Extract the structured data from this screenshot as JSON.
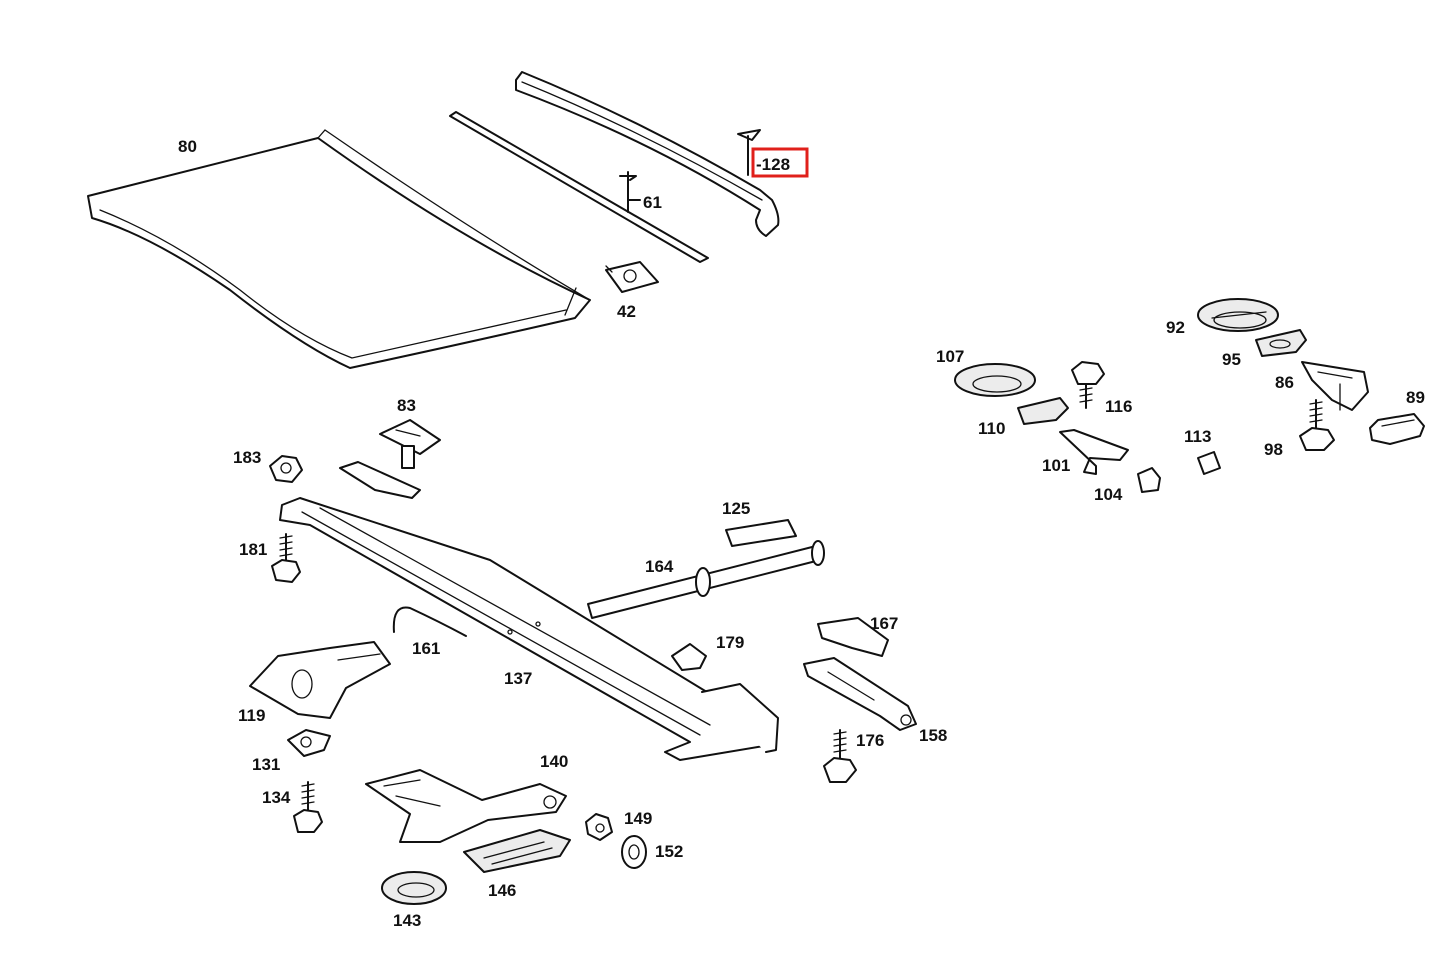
{
  "colors": {
    "highlight": "#e0201b",
    "line": "#111111",
    "background": "#ffffff"
  },
  "highlighted_part": "-128",
  "parts": {
    "p80": "80",
    "p61": "61",
    "p128": "-128",
    "p42": "42",
    "p92": "92",
    "p107": "107",
    "p95": "95",
    "p86": "86",
    "p89": "89",
    "p116": "116",
    "p110": "110",
    "p113": "113",
    "p98": "98",
    "p101": "101",
    "p104": "104",
    "p83": "83",
    "p183": "183",
    "p181": "181",
    "p125": "125",
    "p164": "164",
    "p161": "161",
    "p179": "179",
    "p167": "167",
    "p137": "137",
    "p119": "119",
    "p131": "131",
    "p176": "176",
    "p158": "158",
    "p140": "140",
    "p134": "134",
    "p149": "149",
    "p152": "152",
    "p146": "146",
    "p143": "143"
  }
}
